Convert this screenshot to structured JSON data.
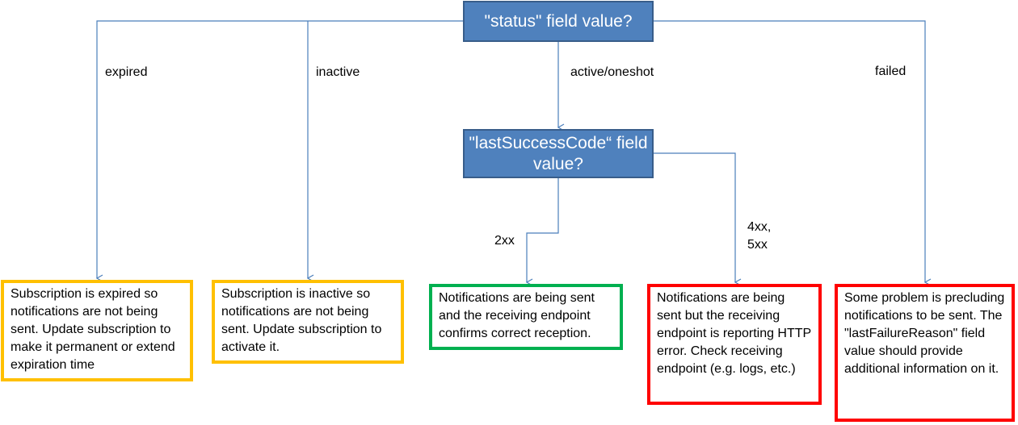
{
  "questions": {
    "status": "\"status\" field value?",
    "last_success_code": "\"lastSuccessCode“ field value?"
  },
  "branch_labels": {
    "expired": "expired",
    "inactive": "inactive",
    "active": "active/oneshot",
    "failed": "failed",
    "code_2xx": "2xx",
    "code_4xx_5xx": "4xx, 5xx"
  },
  "outcomes": {
    "expired": "Subscription is expired so notifications are not being sent. Update subscription to make it permanent or extend expiration time",
    "inactive": "Subscription is inactive so notifications are not being sent. Update subscription to activate it.",
    "ok_2xx": "Notifications are being sent and the receiving endpoint confirms correct reception.",
    "error_4xx_5xx": "Notifications are being sent but the receiving endpoint is reporting HTTP error. Check receiving endpoint (e.g. logs, etc.)",
    "failed": "Some problem is precluding notifications to be sent. The \"lastFailureReason\" field value should provide additional information on it."
  },
  "colors": {
    "question_fill": "#4f81bd",
    "question_border": "#385d8a",
    "connector": "#4a7ebb",
    "warning": "#ffc000",
    "success": "#00b050",
    "error": "#ff0000"
  }
}
